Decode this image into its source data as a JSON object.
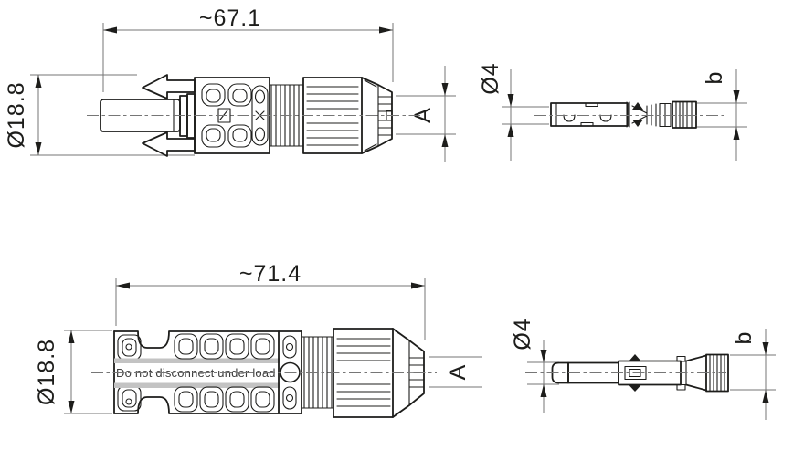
{
  "colors": {
    "outline": "#1d1d1b",
    "dimension_lines": "#767676",
    "background": "#ffffff",
    "marking_band": "#c3c3c3",
    "marking_text": "#3d3d3d"
  },
  "drawings": {
    "coupler_socket": {
      "length_label": "~67.1",
      "diameter_label": "Ø18.8",
      "nut_flats_label": "A"
    },
    "contact_socket": {
      "diameter_label": "Ø4",
      "crimp_diameter_label": "b"
    },
    "coupler_plug": {
      "length_label": "~71.4",
      "diameter_label": "Ø18.8",
      "nut_flats_label": "A",
      "marking_text": "Do not disconnect under load"
    },
    "contact_pin": {
      "diameter_label": "Ø4",
      "crimp_diameter_label": "b"
    }
  }
}
